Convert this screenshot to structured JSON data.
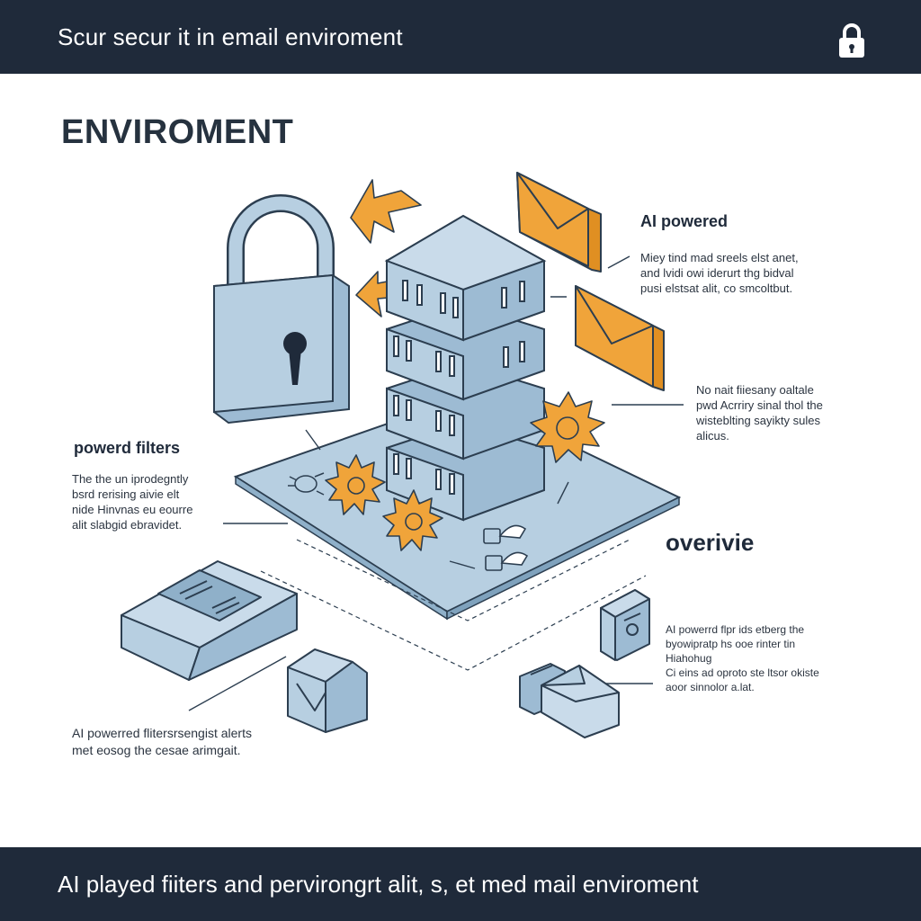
{
  "header": {
    "title": "Scur secur it in email enviroment",
    "lock_icon": "lock-icon"
  },
  "heading": "ENVIROMENT",
  "labels": {
    "ai_title": "AI powered",
    "ai_body": "Miey tind mad sreels elst anet,\nand lvidi owi iderurt thg bidval\npusi elstsat alit, co smcoltbut.",
    "right_body": "No nait fiiesany oaltale\npwd Acrriry sinal thol the\nwisteblting sayikty sules\nalicus.",
    "filters_title": "powerd filters",
    "filters_body": "The the un iprodegntly\nbsrd rerising aivie elt\nnide Hinvnas eu eourre\nalit slabgid ebravidet.",
    "overview_title": "overivie",
    "overview_body": "AI powerrd flpr ids etberg the\nbyowipratp hs ooe rinter tin\nHiahohug\nCi eins ad oproto ste ltsor okiste\naoor sinnolor a.lat.",
    "bottom_body": "AI powerred flitersrsengist alerts\nmet eosog the cesae arimgait."
  },
  "footer": {
    "caption": "AI played fiiters and pervirongrt alit, s,   et med mail enviroment"
  },
  "colors": {
    "navy": "#1f2a3a",
    "blue_fill": "#b7cfe1",
    "blue_dark": "#9dbbd3",
    "outline": "#2c3e50",
    "orange": "#f0a43a"
  }
}
